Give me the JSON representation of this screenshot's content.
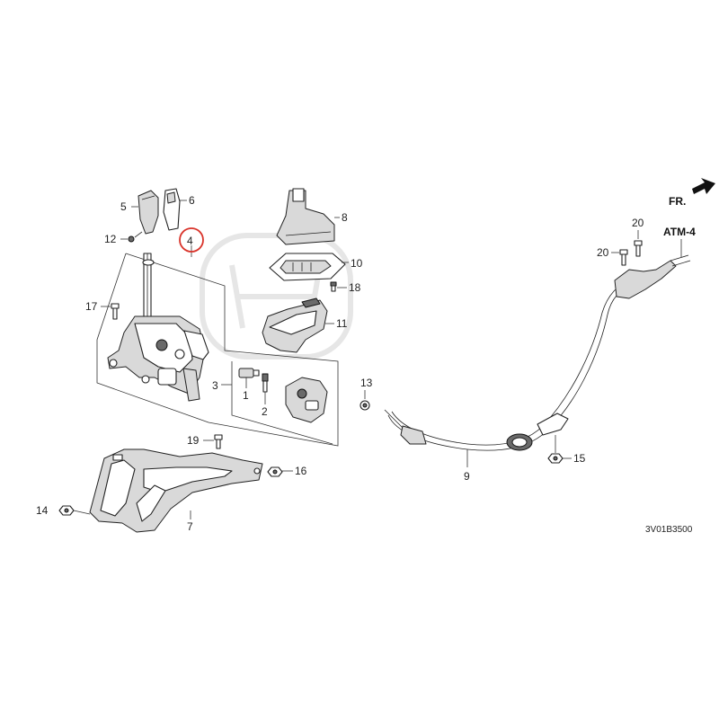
{
  "diagram": {
    "callouts": {
      "c1": "1",
      "c2": "2",
      "c3": "3",
      "c4": "4",
      "c5": "5",
      "c6": "6",
      "c7": "7",
      "c8": "8",
      "c9": "9",
      "c10": "10",
      "c11": "11",
      "c12": "12",
      "c13": "13",
      "c14": "14",
      "c15": "15",
      "c16": "16",
      "c17": "17",
      "c18": "18",
      "c19": "19",
      "c20a": "20",
      "c20b": "20"
    },
    "reference_label": "ATM-4",
    "direction_label": "FR.",
    "drawing_code": "3V01B3500",
    "highlight_color": "#d9342b"
  }
}
